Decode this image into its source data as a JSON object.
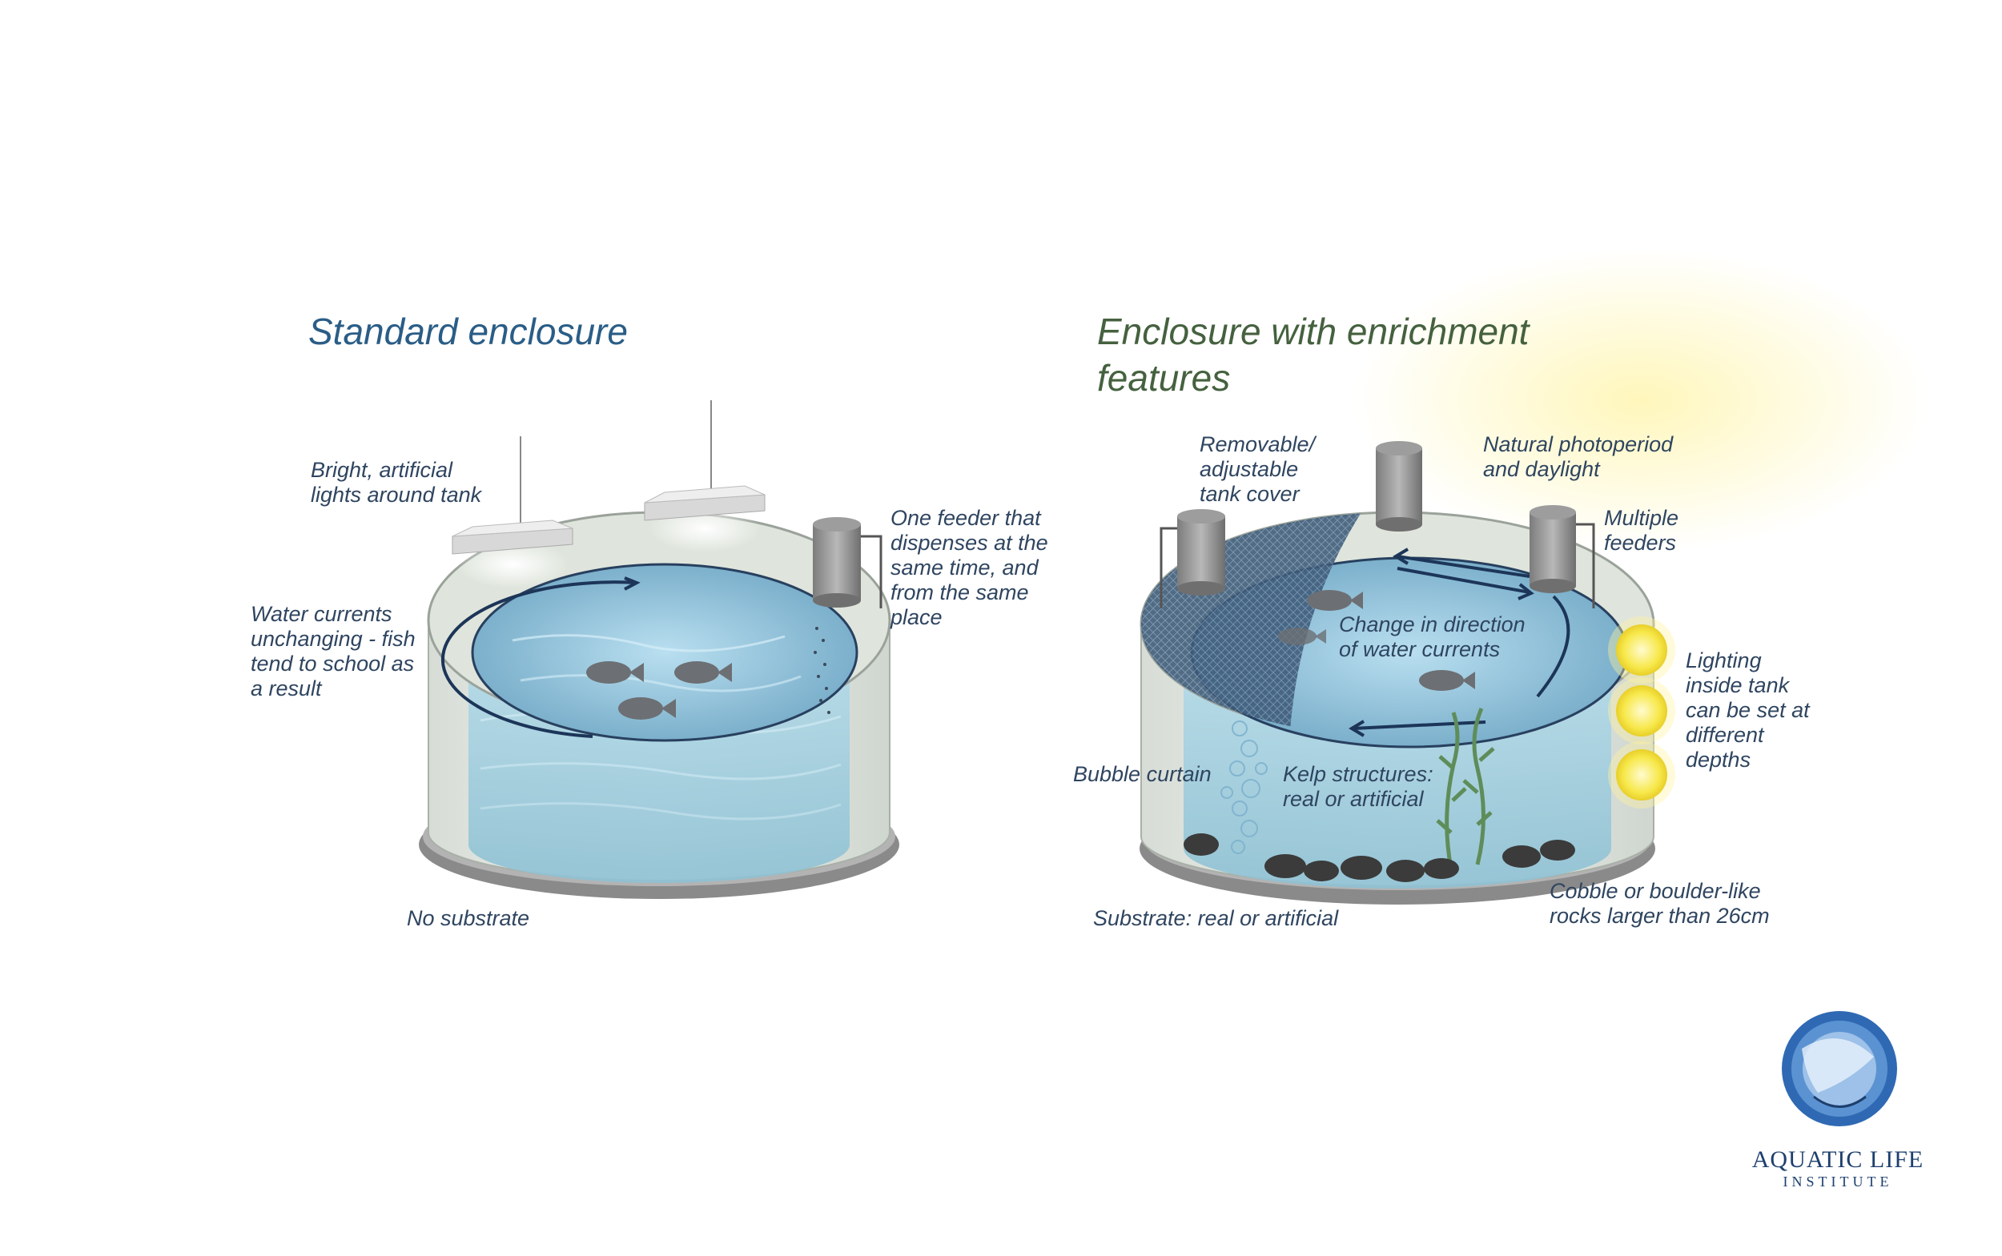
{
  "titles": {
    "standard": "Standard enclosure",
    "enriched": "Enclosure with enrichment features"
  },
  "standard_labels": {
    "lights": "Bright, artificial\nlights around tank",
    "feeder": "One feeder that\ndispenses at the\nsame time, and\nfrom the same\nplace",
    "currents": "Water currents\nunchanging - fish\ntend to school as\na result",
    "substrate": "No substrate"
  },
  "enriched_labels": {
    "cover": "Removable/\nadjustable\ntank cover",
    "daylight": "Natural photoperiod\nand daylight",
    "feeders": "Multiple\nfeeders",
    "currents": "Change in direction\nof water currents",
    "lighting": "Lighting\ninside tank\ncan be set at\ndifferent\ndepths",
    "bubbles": "Bubble curtain",
    "kelp": "Kelp structures:\nreal or artificial",
    "substrate": "Substrate: real or artificial",
    "rocks": "Cobble or boulder-like\nrocks larger than 26cm"
  },
  "logo": {
    "line1": "AQUATIC LIFE",
    "line2": "INSTITUTE"
  },
  "colors": {
    "standard_title": "#2a5d86",
    "enriched_title": "#45613f",
    "label_text": "#2f4560",
    "water": "#a9d3e1",
    "water_surface": "#8cc1d6",
    "current_arrow": "#1c3558",
    "tank_wall": "#eef1ec",
    "tank_base": "#8a8a8a",
    "lamp_bulb": "#f7e84a",
    "logo": "#1d3f6e"
  },
  "icons": {
    "fish": "fish-icon",
    "feeder": "feeder-icon",
    "ceiling_light": "ceiling-light-icon",
    "lamp": "lamp-bulb-icon",
    "kelp": "kelp-icon",
    "rock": "rock-icon",
    "logo": "aquatic-life-logo-icon"
  }
}
